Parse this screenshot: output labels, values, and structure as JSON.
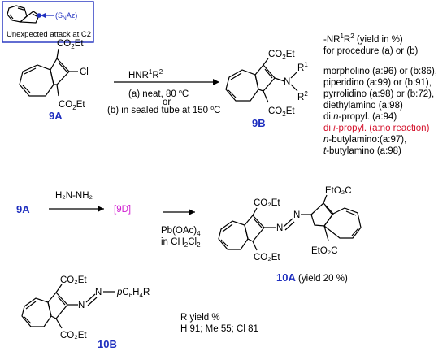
{
  "inset": {
    "subst": "(S",
    "subst_sub": "N",
    "subst_end": "Az)",
    "caption": "Unexpected attack at C2",
    "box_color": "#1f2fbf"
  },
  "top": {
    "reactant_label": "9A",
    "reactant_top": "CO",
    "reactant_top_sub": "2",
    "reactant_top_end": "Et",
    "reactant_cl": "Cl",
    "reactant_bot": "CO",
    "reactant_bot_sub": "2",
    "reactant_bot_end": "Et",
    "reagent_a": "HNR",
    "reagent_s1": "1",
    "reagent_b": "R",
    "reagent_s2": "2",
    "cond_a_pre": "(a) neat, 80 ",
    "cond_a_deg": "o",
    "cond_a_post": "C",
    "cond_or": "or",
    "cond_b_pre": "(b) in sealed tube at 150 ",
    "cond_b_deg": "o",
    "cond_b_post": "C",
    "product_label": "9B",
    "product_top": "CO",
    "product_top_sub": "2",
    "product_top_end": "Et",
    "product_n": "N",
    "product_r1": "R",
    "product_r1_sup": "1",
    "product_r2": "R",
    "product_r2_sup": "2",
    "product_bot": "CO",
    "product_bot_sub": "2",
    "product_bot_end": "Et"
  },
  "results": {
    "header_1_pre": "-NR",
    "header_1_s1": "1",
    "header_1_mid": "R",
    "header_1_s2": "2",
    "header_1_post": " (yield in %)",
    "header_2": "for procedure (a) or (b)",
    "items": [
      {
        "pre": "",
        "ital": "",
        "post": "morpholino (a:96) or (b:86),",
        "highlight": "#000000"
      },
      {
        "pre": "",
        "ital": "",
        "post": "piperidino (a:99) or (b:91),",
        "highlight": "#000000"
      },
      {
        "pre": "",
        "ital": "",
        "post": "pyrrolidino (a:98) or (b:72),",
        "highlight": "#000000"
      },
      {
        "pre": "",
        "ital": "",
        "post": "diethylamino (a:98)",
        "highlight": "#000000"
      },
      {
        "pre": "di ",
        "ital": "n",
        "post": "-propyl. (a:94)",
        "highlight": "#000000"
      },
      {
        "pre": "di ",
        "ital": "i",
        "post": "-propyl. (a:no reaction)",
        "highlight": "#d4102a"
      },
      {
        "pre": "",
        "ital": "n",
        "post": "-butylamino:(a:97),",
        "highlight": "#000000"
      },
      {
        "pre": "",
        "ital": "t",
        "post": "-butylamino (a:98)",
        "highlight": "#000000"
      }
    ]
  },
  "bottom": {
    "start_label": "9A",
    "hydrazine": "H₂N-NH₂",
    "intermediate": "[9D]",
    "oxidant_a": "Pb(OAc)",
    "oxidant_a_sub": "4",
    "oxidant_b_pre": "in CH",
    "oxidant_b_sub1": "2",
    "oxidant_b_mid": "Cl",
    "oxidant_b_sub2": "2",
    "azo_n1": "N",
    "azo_n2": "N",
    "ester_1": "CO₂Et",
    "ester_2": "CO₂Et",
    "ester_3": "EtO₂C",
    "ester_4": "EtO₂C",
    "product_label": "10A",
    "product_yield": " (yield 20 %)",
    "b_ester_1": "CO₂Et",
    "b_ester_2": "CO₂Et",
    "b_n1": "N",
    "b_n2": "N",
    "b_aryl_p": "p",
    "b_aryl_c": "C",
    "b_aryl_s1": "6",
    "b_aryl_h": "H",
    "b_aryl_s2": "4",
    "b_aryl_r": "R",
    "b_label": "10B",
    "table_head": "R yield %",
    "table_row": "H 91; Me 55; Cl 81"
  },
  "colors": {
    "label_blue": "#1f2fbf",
    "red": "#d4102a",
    "magenta": "#d11fd1"
  }
}
